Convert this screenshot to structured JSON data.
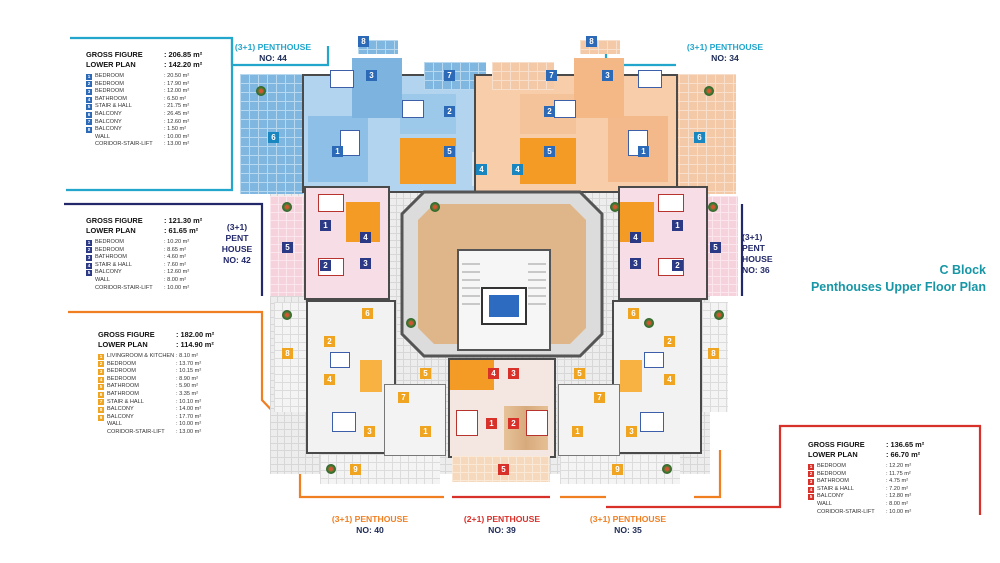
{
  "title": {
    "line1": "C Block",
    "line2": "Penthouses Upper Floor Plan"
  },
  "colors": {
    "cyan": "#22a6cc",
    "navy": "#22286a",
    "orange": "#f07f21",
    "red": "#d8312a",
    "title_teal": "#1797a6"
  },
  "penthouses": {
    "no44": {
      "type": "(3+1) PENTHOUSE",
      "no": "NO: 44"
    },
    "no34": {
      "type": "(3+1) PENTHOUSE",
      "no": "NO: 34"
    },
    "no42": {
      "type1": "(3+1)",
      "type2": "PENT",
      "type3": "HOUSE",
      "no": "NO: 42"
    },
    "no36": {
      "type1": "(3+1)",
      "type2": "PENT",
      "type3": "HOUSE",
      "no": "NO: 36"
    },
    "no40": {
      "type": "(3+1) PENTHOUSE",
      "no": "NO: 40"
    },
    "no39": {
      "type": "(2+1) PENTHOUSE",
      "no": "NO: 39"
    },
    "no35": {
      "type": "(3+1)  PENTHOUSE",
      "no": "NO: 35"
    }
  },
  "legends": {
    "a": {
      "gross_label": "GROSS FIGURE",
      "gross_value": ": 206.85  m²",
      "lower_label": "LOWER PLAN",
      "lower_value": ": 142.20  m²",
      "rows": [
        {
          "n": "1",
          "name": "BEDROOM",
          "val": ": 20.50  m²"
        },
        {
          "n": "2",
          "name": "BEDROOM",
          "val": ": 17.90  m²"
        },
        {
          "n": "3",
          "name": "BEDROOM",
          "val": ": 12.00  m²"
        },
        {
          "n": "4",
          "name": "BATHROOM",
          "val": ":   6.50  m²"
        },
        {
          "n": "5",
          "name": "STAIR & HALL",
          "val": ": 21.75  m²"
        },
        {
          "n": "6",
          "name": "BALCONY",
          "val": ": 26.45  m²"
        },
        {
          "n": "7",
          "name": "BALCONY",
          "val": ": 12.60  m²"
        },
        {
          "n": "8",
          "name": "BALCONY",
          "val": ":   1.50  m²"
        },
        {
          "n": "",
          "name": "WALL",
          "val": ": 10.00  m²"
        },
        {
          "n": "",
          "name": "CORIDOR-STAIR-LIFT",
          "val": ": 13.00  m²"
        }
      ]
    },
    "b": {
      "gross_label": "GROSS FIGURE",
      "gross_value": ": 121.30  m²",
      "lower_label": "LOWER PLAN",
      "lower_value": ":   61.65  m²",
      "rows": [
        {
          "n": "1",
          "name": "BEDROOM",
          "val": ": 10.20 m²"
        },
        {
          "n": "2",
          "name": "BEDROOM",
          "val": ":   8.65  m²"
        },
        {
          "n": "3",
          "name": "BATHROOM",
          "val": ":   4.60  m²"
        },
        {
          "n": "4",
          "name": "STAIR & HALL",
          "val": ":   7.60  m²"
        },
        {
          "n": "5",
          "name": "BALCONY",
          "val": ": 12.60  m²"
        },
        {
          "n": "",
          "name": "WALL",
          "val": ":   8.00  m²"
        },
        {
          "n": "",
          "name": "CORIDOR-STAIR-LIFT",
          "val": ": 10.00  m²"
        }
      ]
    },
    "c": {
      "gross_label": "GROSS FIGURE",
      "gross_value": ": 182.00  m²",
      "lower_label": "LOWER PLAN",
      "lower_value": ": 114.90  m²",
      "rows": [
        {
          "n": "1",
          "name": "LIVINGROOM & KITCHEN",
          "val": ":   8.10  m²"
        },
        {
          "n": "2",
          "name": "BEDROOM",
          "val": ": 13.70  m²"
        },
        {
          "n": "3",
          "name": "BEDROOM",
          "val": ": 10.15  m²"
        },
        {
          "n": "4",
          "name": "BEDROOM",
          "val": ":   8.90  m²"
        },
        {
          "n": "5",
          "name": "BATHROOM",
          "val": ":   5.90  m²"
        },
        {
          "n": "6",
          "name": "BATHROOM",
          "val": ":   3.35  m²"
        },
        {
          "n": "7",
          "name": "STAIR & HALL",
          "val": ": 10.10  m²"
        },
        {
          "n": "8",
          "name": "BALCONY",
          "val": ": 14.00  m²"
        },
        {
          "n": "9",
          "name": "BALCONY",
          "val": ": 17.70  m²"
        },
        {
          "n": "",
          "name": "WALL",
          "val": ": 10.00  m²"
        },
        {
          "n": "",
          "name": "CORIDOR-STAIR-LIFT",
          "val": ": 13.00  m²"
        }
      ]
    },
    "d": {
      "gross_label": "GROSS FIGURE",
      "gross_value": ": 136.65  m²",
      "lower_label": "LOWER PLAN",
      "lower_value": ":   66.70  m²",
      "rows": [
        {
          "n": "1",
          "name": "BEDROOM",
          "val": ": 12.20 m²"
        },
        {
          "n": "2",
          "name": "BEDROOM",
          "val": ": 11.75  m²"
        },
        {
          "n": "3",
          "name": "BATHROOM",
          "val": ":   4.75  m²"
        },
        {
          "n": "4",
          "name": "STAIR & HALL",
          "val": ":   7.20  m²"
        },
        {
          "n": "5",
          "name": "BALCONY",
          "val": ": 12.80  m²"
        },
        {
          "n": "",
          "name": "WALL",
          "val": ":   8.00  m²"
        },
        {
          "n": "",
          "name": "CORIDOR-STAIR-LIFT",
          "val": ": 10.00  m²"
        }
      ]
    }
  },
  "room_numbers": {
    "b1": "1",
    "b2": "2",
    "b3": "3",
    "b4": "4",
    "b5": "5",
    "b6": "6",
    "b7": "7",
    "b8": "8",
    "b9": "9"
  }
}
